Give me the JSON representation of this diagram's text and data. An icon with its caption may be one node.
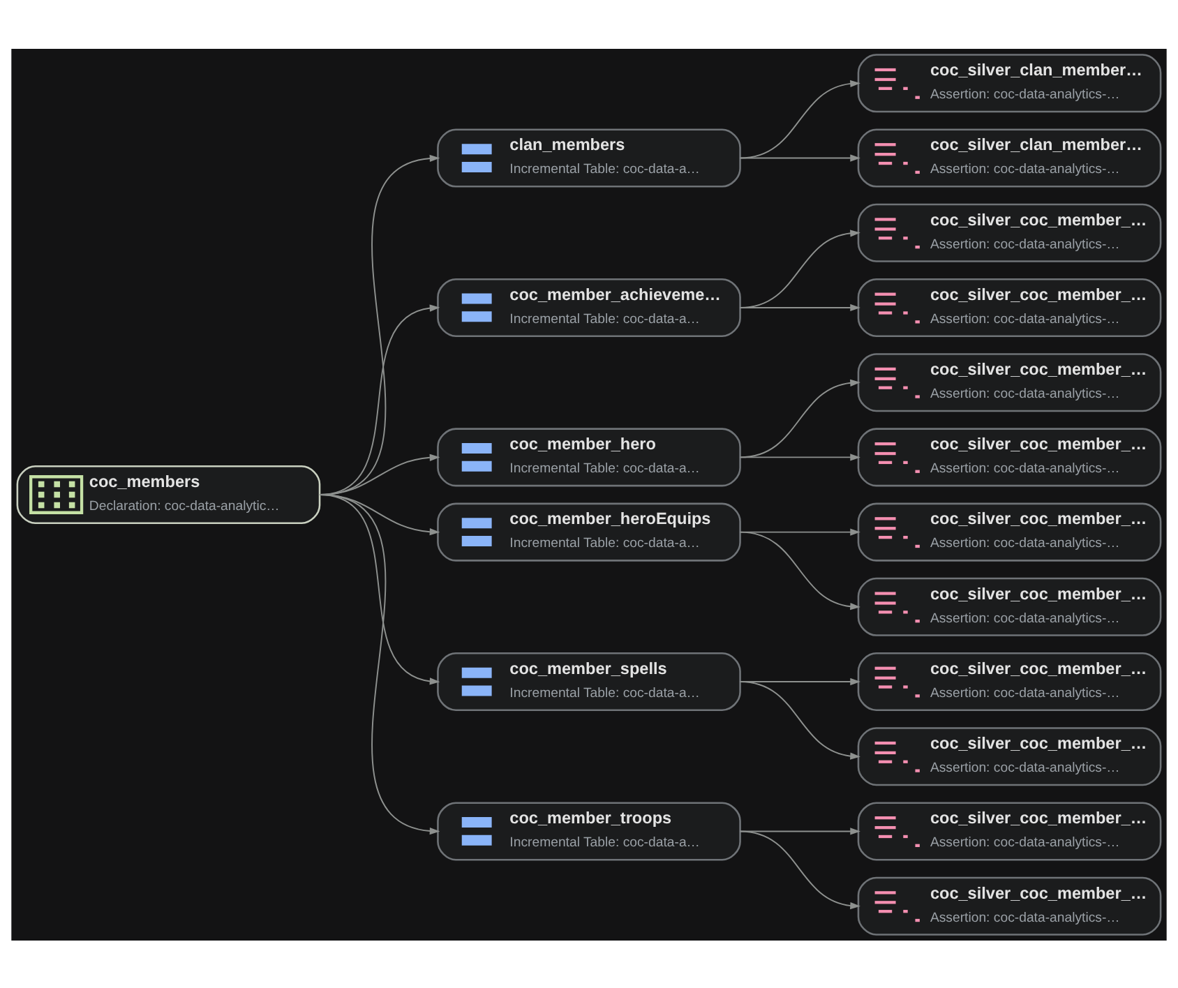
{
  "diagram": {
    "nodes": [
      {
        "text": [
          "coc_members",
          "Declaration: coc-data-analytic…"
        ]
      },
      {
        "text": [
          "clan_members",
          "Incremental Table: coc-data-a…"
        ]
      },
      {
        "text": [
          "coc_member_achieveme…",
          "Incremental Table: coc-data-a…"
        ]
      },
      {
        "text": [
          "coc_member_hero",
          "Incremental Table: coc-data-a…"
        ]
      },
      {
        "text": [
          "coc_member_heroEquips",
          "Incremental Table: coc-data-a…"
        ]
      },
      {
        "text": [
          "coc_member_spells",
          "Incremental Table: coc-data-a…"
        ]
      },
      {
        "text": [
          "coc_member_troops",
          "Incremental Table: coc-data-a…"
        ]
      },
      {
        "text": [
          "coc_silver_clan_member…",
          "Assertion: coc-data-analytics-…"
        ]
      },
      {
        "text": [
          "coc_silver_clan_member…",
          "Assertion: coc-data-analytics-…"
        ]
      },
      {
        "text": [
          "coc_silver_coc_member_…",
          "Assertion: coc-data-analytics-…"
        ]
      },
      {
        "text": [
          "coc_silver_coc_member_…",
          "Assertion: coc-data-analytics-…"
        ]
      },
      {
        "text": [
          "coc_silver_coc_member_…",
          "Assertion: coc-data-analytics-…"
        ]
      },
      {
        "text": [
          "coc_silver_coc_member_…",
          "Assertion: coc-data-analytics-…"
        ]
      },
      {
        "text": [
          "coc_silver_coc_member_…",
          "Assertion: coc-data-analytics-…"
        ]
      },
      {
        "text": [
          "coc_silver_coc_member_…",
          "Assertion: coc-data-analytics-…"
        ]
      },
      {
        "text": [
          "coc_silver_coc_member_…",
          "Assertion: coc-data-analytics-…"
        ]
      },
      {
        "text": [
          "coc_silver_coc_member_…",
          "Assertion: coc-data-analytics-…"
        ]
      },
      {
        "text": [
          "coc_silver_coc_member_…",
          "Assertion: coc-data-analytics-…"
        ]
      },
      {
        "text": [
          "coc_silver_coc_member_…",
          "Assertion: coc-data-analytics-…"
        ]
      }
    ],
    "edges": [
      {
        "from": 0,
        "to": 1,
        "arrow": "to"
      },
      {
        "from": 0,
        "to": 2,
        "arrow": "to"
      },
      {
        "from": 0,
        "to": 3,
        "arrow": "to"
      },
      {
        "from": 0,
        "to": 4,
        "arrow": "to"
      },
      {
        "from": 0,
        "to": 5,
        "arrow": "to"
      },
      {
        "from": 0,
        "to": 6,
        "arrow": "to"
      },
      {
        "from": 1,
        "to": 7,
        "arrow": "to"
      },
      {
        "from": 1,
        "to": 8,
        "arrow": "to"
      },
      {
        "from": 2,
        "to": 9,
        "arrow": "to"
      },
      {
        "from": 2,
        "to": 10,
        "arrow": "to"
      },
      {
        "from": 3,
        "to": 11,
        "arrow": "to"
      },
      {
        "from": 3,
        "to": 12,
        "arrow": "to"
      },
      {
        "from": 4,
        "to": 13,
        "arrow": "to"
      },
      {
        "from": 4,
        "to": 14,
        "arrow": "to"
      },
      {
        "from": 5,
        "to": 15,
        "arrow": "to"
      },
      {
        "from": 5,
        "to": 16,
        "arrow": "to"
      },
      {
        "from": 6,
        "to": 17,
        "arrow": "to"
      },
      {
        "from": 6,
        "to": 18,
        "arrow": "to"
      }
    ]
  }
}
